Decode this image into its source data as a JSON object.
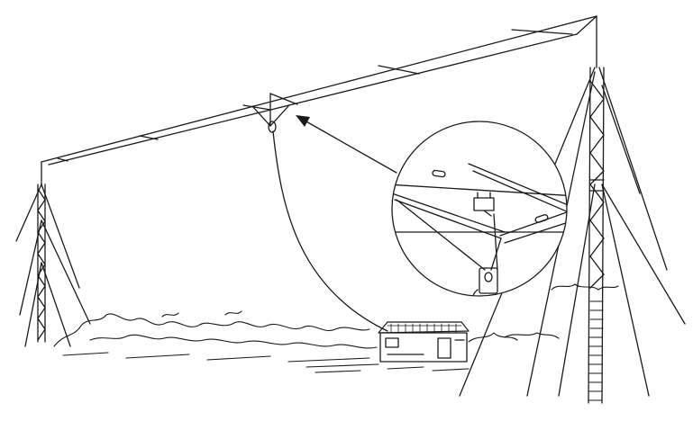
{
  "scene": {
    "subject": "antenna-illustration",
    "line_color": "#1a1a1a",
    "background_color": "#ffffff",
    "parts": {
      "left_mast": "lattice-tower",
      "right_mast": "lattice-tower",
      "boom": "horizontal-beam",
      "feed_line": "coaxial-cable",
      "detail": "magnified-feedpoint-inset",
      "building": "equipment-shelter",
      "ground": "vegetation"
    }
  }
}
